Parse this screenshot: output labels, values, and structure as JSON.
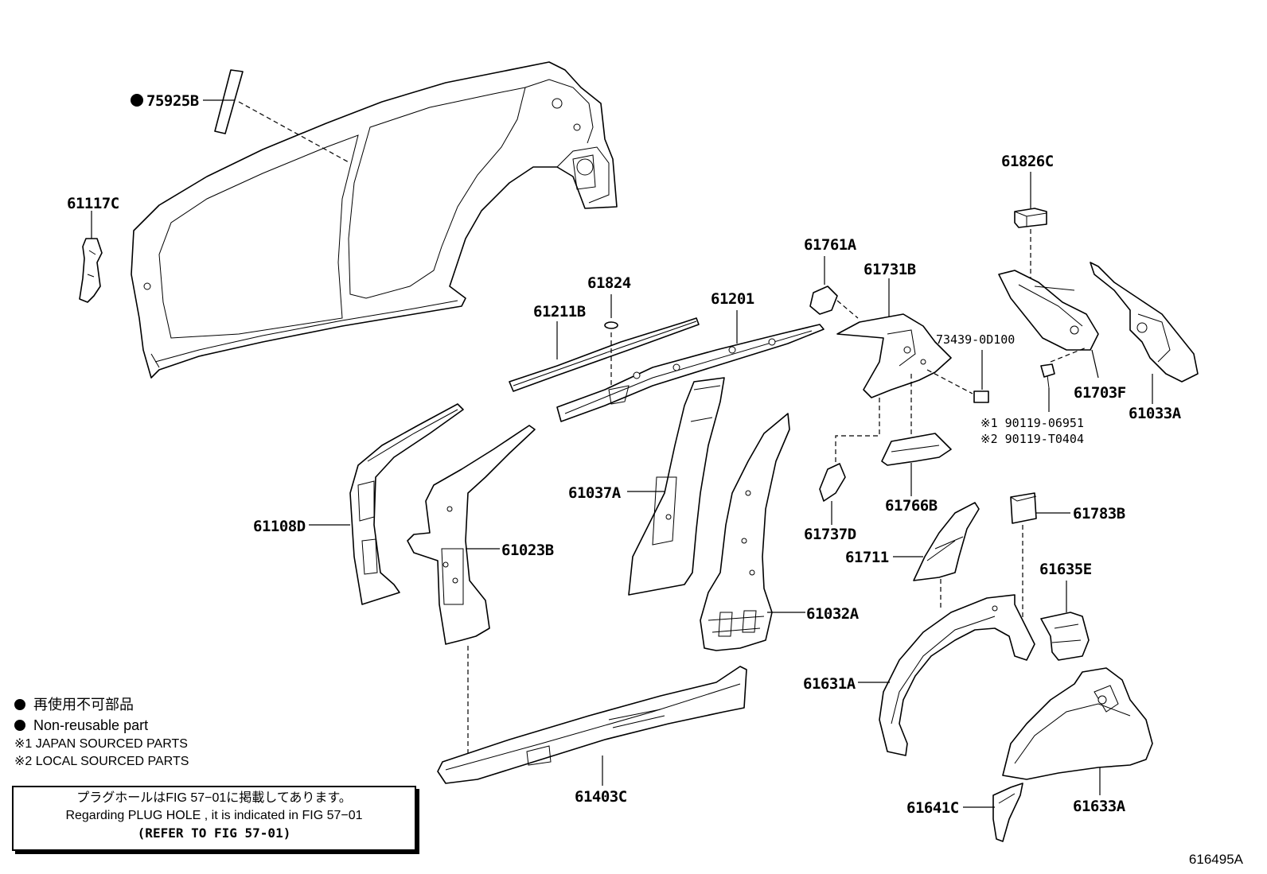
{
  "parts": {
    "p75925B": "75925B",
    "p61117C": "61117C",
    "p61826C": "61826C",
    "p61761A": "61761A",
    "p61731B": "61731B",
    "p73439": "73439-0D100",
    "p61824": "61824",
    "p61201": "61201",
    "p61211B": "61211B",
    "p61703F": "61703F",
    "p61033A": "61033A",
    "p90119a": "※1 90119-06951",
    "p90119b": "※2 90119-T0404",
    "p61037A": "61037A",
    "p61108D": "61108D",
    "p61023B": "61023B",
    "p61737D": "61737D",
    "p61766B": "61766B",
    "p61783B": "61783B",
    "p61711": "61711",
    "p61635E": "61635E",
    "p61032A": "61032A",
    "p61631A": "61631A",
    "p61403C": "61403C",
    "p61641C": "61641C",
    "p61633A": "61633A"
  },
  "legend": {
    "non_reusable_jp": "再使用不可部品",
    "non_reusable_en": "Non-reusable part",
    "japan_sourced": "※1 JAPAN SOURCED PARTS",
    "local_sourced": "※2 LOCAL SOURCED PARTS"
  },
  "note": {
    "line1": "プラグホールはFIG 57−01に掲載してあります。",
    "line2": "Regarding  PLUG  HOLE , it is indicated in FIG  57−01",
    "line3": "(REFER TO FIG 57-01)"
  },
  "figure_id": "616495A"
}
